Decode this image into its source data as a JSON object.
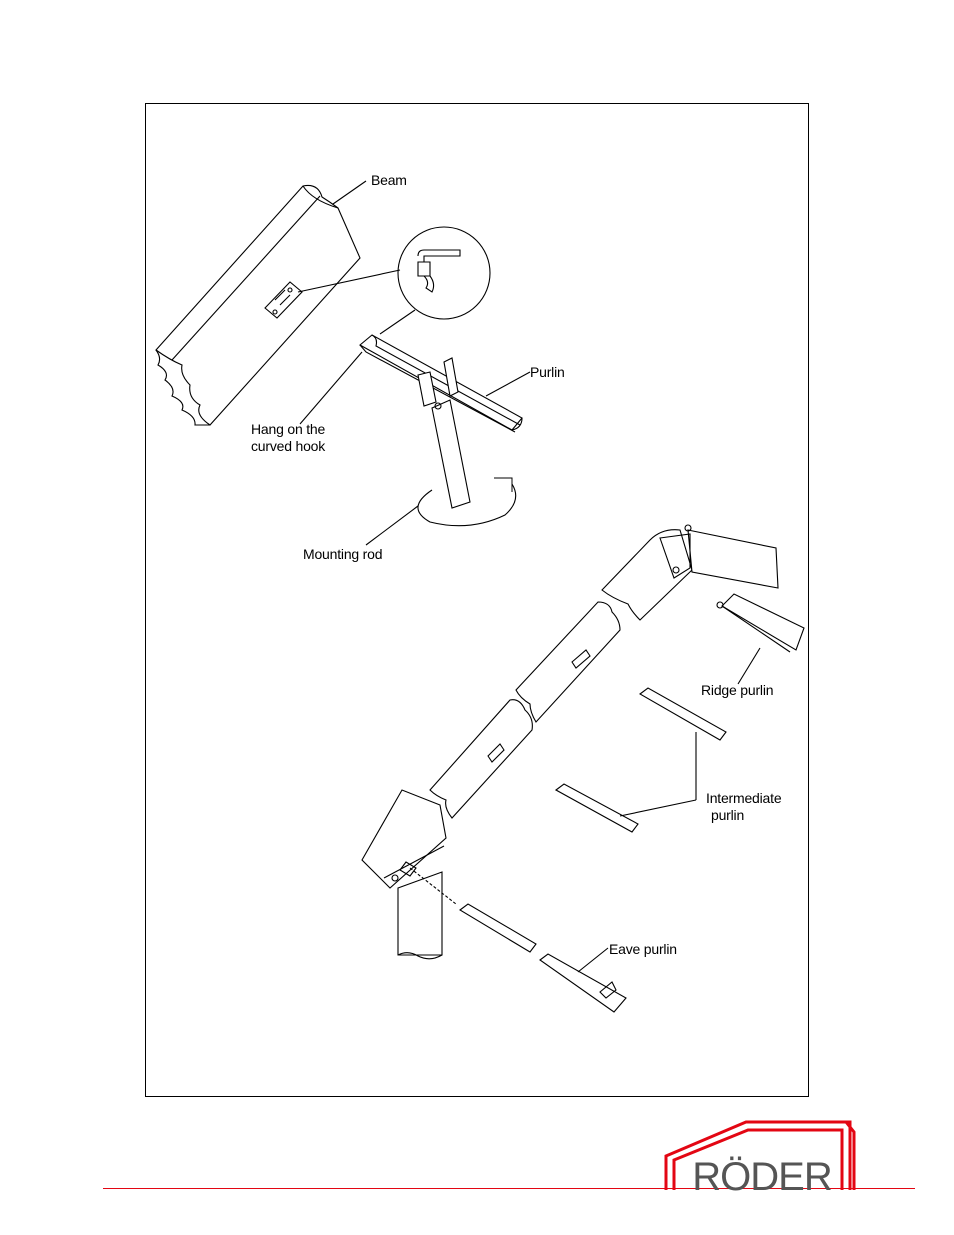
{
  "labels": {
    "beam": "Beam",
    "purlin": "Purlin",
    "hang_line1": "Hang on the",
    "hang_line2": "curved hook",
    "mounting_rod": "Mounting rod",
    "ridge_purlin": "Ridge purlin",
    "intermediate_line1": "Intermediate",
    "intermediate_line2": "purlin",
    "eave_purlin": "Eave purlin"
  },
  "logo": {
    "text": "RÖDER",
    "roof_color": "#e30613",
    "text_color": "#555555"
  },
  "colors": {
    "footer_line": "#e30613",
    "line_art": "#000000"
  }
}
